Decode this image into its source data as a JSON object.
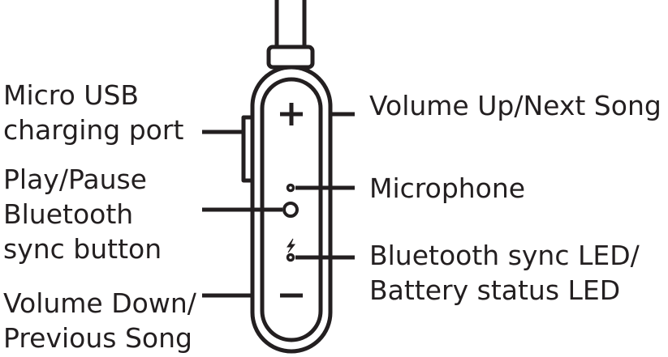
{
  "labels": {
    "micro_usb": [
      "Micro USB",
      "charging port"
    ],
    "play_pause": [
      "Play/Pause",
      "Bluetooth",
      "sync button"
    ],
    "volume_down": [
      "Volume Down/",
      "Previous Song"
    ],
    "volume_up": "Volume Up/Next Song",
    "microphone": "Microphone",
    "led": [
      "Bluetooth sync LED/",
      "Battery status LED"
    ]
  },
  "colors": {
    "ink": "#231f20",
    "background": "#ffffff"
  },
  "icons": [
    "plus-icon",
    "minus-icon",
    "lightning-icon"
  ]
}
